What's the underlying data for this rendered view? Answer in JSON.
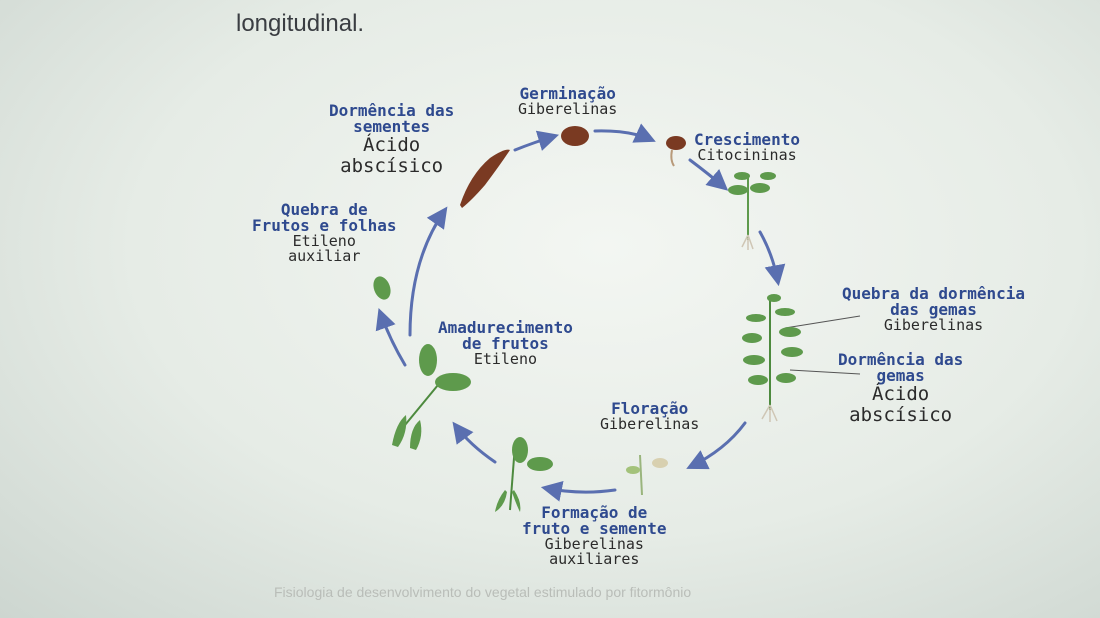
{
  "top_text": "longitudinal.",
  "caption": "Fisiologia de desenvolvimento do vegetal estimulado por fitormônio",
  "stages": {
    "germinacao": {
      "stage": "Germinação",
      "hormone": "Giberelinas"
    },
    "crescimento": {
      "stage": "Crescimento",
      "hormone": "Citocininas"
    },
    "quebra_gemas": {
      "stage_line1": "Quebra da dormência",
      "stage_line2": "das gemas",
      "hormone": "Giberelinas"
    },
    "dormencia_gemas": {
      "stage_line1": "Dormência das",
      "stage_line2": "gemas",
      "hormone_line1": "Ácido",
      "hormone_line2": "abscísico"
    },
    "floracao": {
      "stage": "Floração",
      "hormone": "Giberelinas"
    },
    "formacao": {
      "stage_line1": "Formação de",
      "stage_line2": "fruto e semente",
      "hormone_line1": "Giberelinas",
      "hormone_line2": "auxiliares"
    },
    "amadurecimento": {
      "stage_line1": "Amadurecimento",
      "stage_line2": "de frutos",
      "hormone": "Etileno"
    },
    "quebra_frutos": {
      "stage_line1": "Quebra de",
      "stage_line2": "Frutos e folhas",
      "hormone_line1": "Etileno",
      "hormone_line2": "auxiliar"
    },
    "dormencia_sementes": {
      "stage_line1": "Dormência das",
      "stage_line2": "sementes",
      "hormone_line1": "Ácido",
      "hormone_line2": "abscísico"
    }
  },
  "colors": {
    "stage_text": "#2f4a8f",
    "arrow": "#5a6fb0",
    "leaf": "#5e9a4c",
    "seed": "#7a3a22"
  }
}
